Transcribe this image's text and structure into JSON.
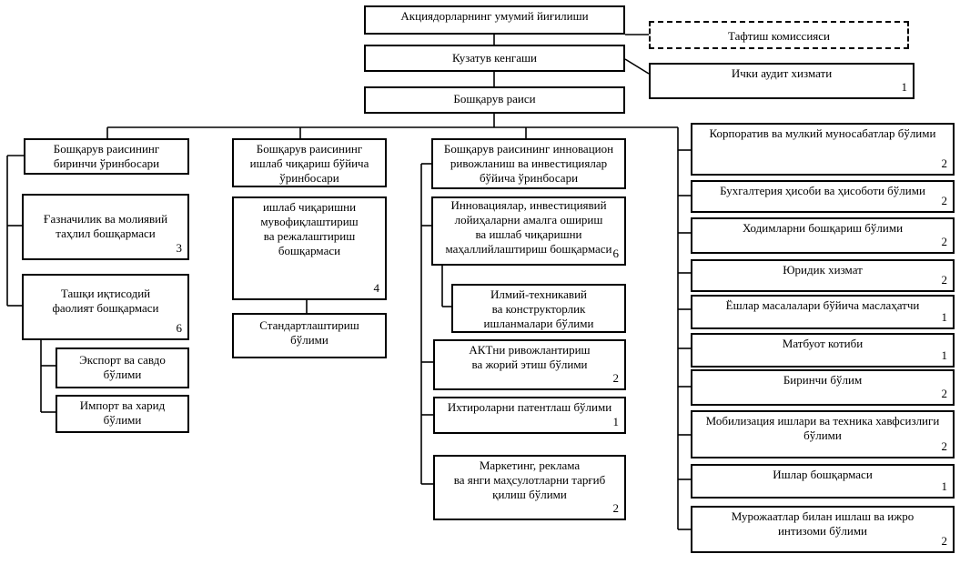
{
  "chart_data": {
    "type": "org-chart",
    "nodes": [
      {
        "id": "agm",
        "label": "Акциядорларнинг умумий йиғилиши",
        "count": ""
      },
      {
        "id": "audit_comm",
        "label": "Тафтиш комиссияси",
        "count": ""
      },
      {
        "id": "sup_board",
        "label": "Кузатув кенгаши",
        "count": ""
      },
      {
        "id": "int_audit",
        "label": "Ички аудит хизмати",
        "count": "1"
      },
      {
        "id": "chairman",
        "label": "Бошқарув раиси",
        "count": ""
      },
      {
        "id": "dep1",
        "label": "Бошқарув раисининг\nбиринчи ўринбосари",
        "count": ""
      },
      {
        "id": "treasury",
        "label": "Ғазначилик ва молиявий\nтаҳлил бошқармаси",
        "count": "3"
      },
      {
        "id": "foreign",
        "label": "Ташқи иқтисодий\nфаолият бошқармаси",
        "count": "6"
      },
      {
        "id": "export",
        "label": "Экспорт ва савдо\nбўлими",
        "count": ""
      },
      {
        "id": "import",
        "label": "Импорт ва харид\nбўлими",
        "count": ""
      },
      {
        "id": "dep2",
        "label": "Бошқарув раисининг\nишлаб чиқариш бўйича\nўринбосари",
        "count": ""
      },
      {
        "id": "prod_coord",
        "label": "ишлаб чиқаришни\nмувофиқлаштириш\nва режалаштириш\nбошқармаси",
        "count": "4"
      },
      {
        "id": "standard",
        "label": "Стандартлаштириш\nбўлими",
        "count": ""
      },
      {
        "id": "dep3",
        "label": "Бошқарув раисининг инновацион\nривожланиш ва инвестициялар\nбўйича ўринбосари",
        "count": ""
      },
      {
        "id": "innov",
        "label": "Инновациялар, инвестициявий\nлойиҳаларни амалга ошириш\nва ишлаб чиқаришни\nмаҳаллийлаштириш бошқармаси",
        "count": "6"
      },
      {
        "id": "rnd",
        "label": "Илмий-техникавий\nва конструкторлик\nишланмалари бўлими",
        "count": ""
      },
      {
        "id": "ict",
        "label": "АКТни ривожлантириш\nва жорий этиш бўлими",
        "count": "2"
      },
      {
        "id": "patent",
        "label": "Ихтироларни патентлаш бўлими",
        "count": "1"
      },
      {
        "id": "marketing",
        "label": "Маркетинг, реклама\nва янги маҳсулотларни тарғиб\nқилиш бўлими",
        "count": "2"
      },
      {
        "id": "corp",
        "label": "Корпоратив ва мулкий муносабатлар бўлими",
        "count": "2"
      },
      {
        "id": "accounting",
        "label": "Бухгалтерия ҳисоби ва ҳисоботи бўлими",
        "count": "2"
      },
      {
        "id": "hr",
        "label": "Ходимларни бошқариш бўлими",
        "count": "2"
      },
      {
        "id": "legal",
        "label": "Юридик хизмат",
        "count": "2"
      },
      {
        "id": "youth",
        "label": "Ёшлар масалалари бўйича маслаҳатчи",
        "count": "1"
      },
      {
        "id": "press",
        "label": "Матбуот котиби",
        "count": "1"
      },
      {
        "id": "first_dept",
        "label": "Биринчи бўлим",
        "count": "2"
      },
      {
        "id": "mobil",
        "label": "Мобилизация ишлари ва техника хавфсизлиги\nбўлими",
        "count": "2"
      },
      {
        "id": "affairs",
        "label": "Ишлар бошқармаси",
        "count": "1"
      },
      {
        "id": "appeals",
        "label": "Мурожаатлар билан ишлаш ва ижро\nинтизоми бўлими",
        "count": "2"
      }
    ],
    "edges": [
      [
        "agm",
        "sup_board"
      ],
      [
        "agm",
        "audit_comm"
      ],
      [
        "sup_board",
        "int_audit"
      ],
      [
        "sup_board",
        "chairman"
      ],
      [
        "chairman",
        "dep1"
      ],
      [
        "chairman",
        "dep2"
      ],
      [
        "chairman",
        "dep3"
      ],
      [
        "chairman",
        "corp"
      ],
      [
        "dep1",
        "treasury"
      ],
      [
        "dep1",
        "foreign"
      ],
      [
        "foreign",
        "export"
      ],
      [
        "foreign",
        "import"
      ],
      [
        "dep2",
        "prod_coord"
      ],
      [
        "prod_coord",
        "standard"
      ],
      [
        "dep3",
        "innov"
      ],
      [
        "innov",
        "rnd"
      ],
      [
        "dep3",
        "ict"
      ],
      [
        "dep3",
        "patent"
      ],
      [
        "dep3",
        "marketing"
      ],
      [
        "chairman",
        "accounting"
      ],
      [
        "chairman",
        "hr"
      ],
      [
        "chairman",
        "legal"
      ],
      [
        "chairman",
        "youth"
      ],
      [
        "chairman",
        "press"
      ],
      [
        "chairman",
        "first_dept"
      ],
      [
        "chairman",
        "mobil"
      ],
      [
        "chairman",
        "affairs"
      ],
      [
        "chairman",
        "appeals"
      ]
    ]
  }
}
